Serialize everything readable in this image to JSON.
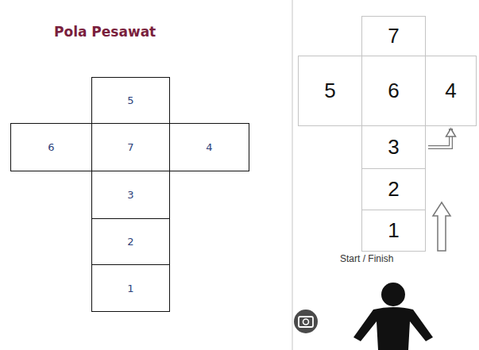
{
  "diagram": {
    "title": "Pola Pesawat",
    "nodes": [
      {
        "text": [
          "5"
        ]
      },
      {
        "text": [
          "6"
        ]
      },
      {
        "text": [
          "7"
        ]
      },
      {
        "text": [
          "4"
        ]
      },
      {
        "text": [
          "3"
        ]
      },
      {
        "text": [
          "2"
        ]
      },
      {
        "text": [
          "1"
        ]
      },
      {
        "text": [
          "7"
        ]
      },
      {
        "text": [
          "5"
        ]
      },
      {
        "text": [
          "6"
        ]
      },
      {
        "text": [
          "4"
        ]
      },
      {
        "text": [
          "3"
        ]
      },
      {
        "text": [
          "2"
        ]
      },
      {
        "text": [
          "1"
        ]
      }
    ],
    "edges": [
      {
        "from": 11,
        "to": 10,
        "arrow": "to"
      }
    ],
    "labels": [
      "Start / Finish"
    ]
  }
}
